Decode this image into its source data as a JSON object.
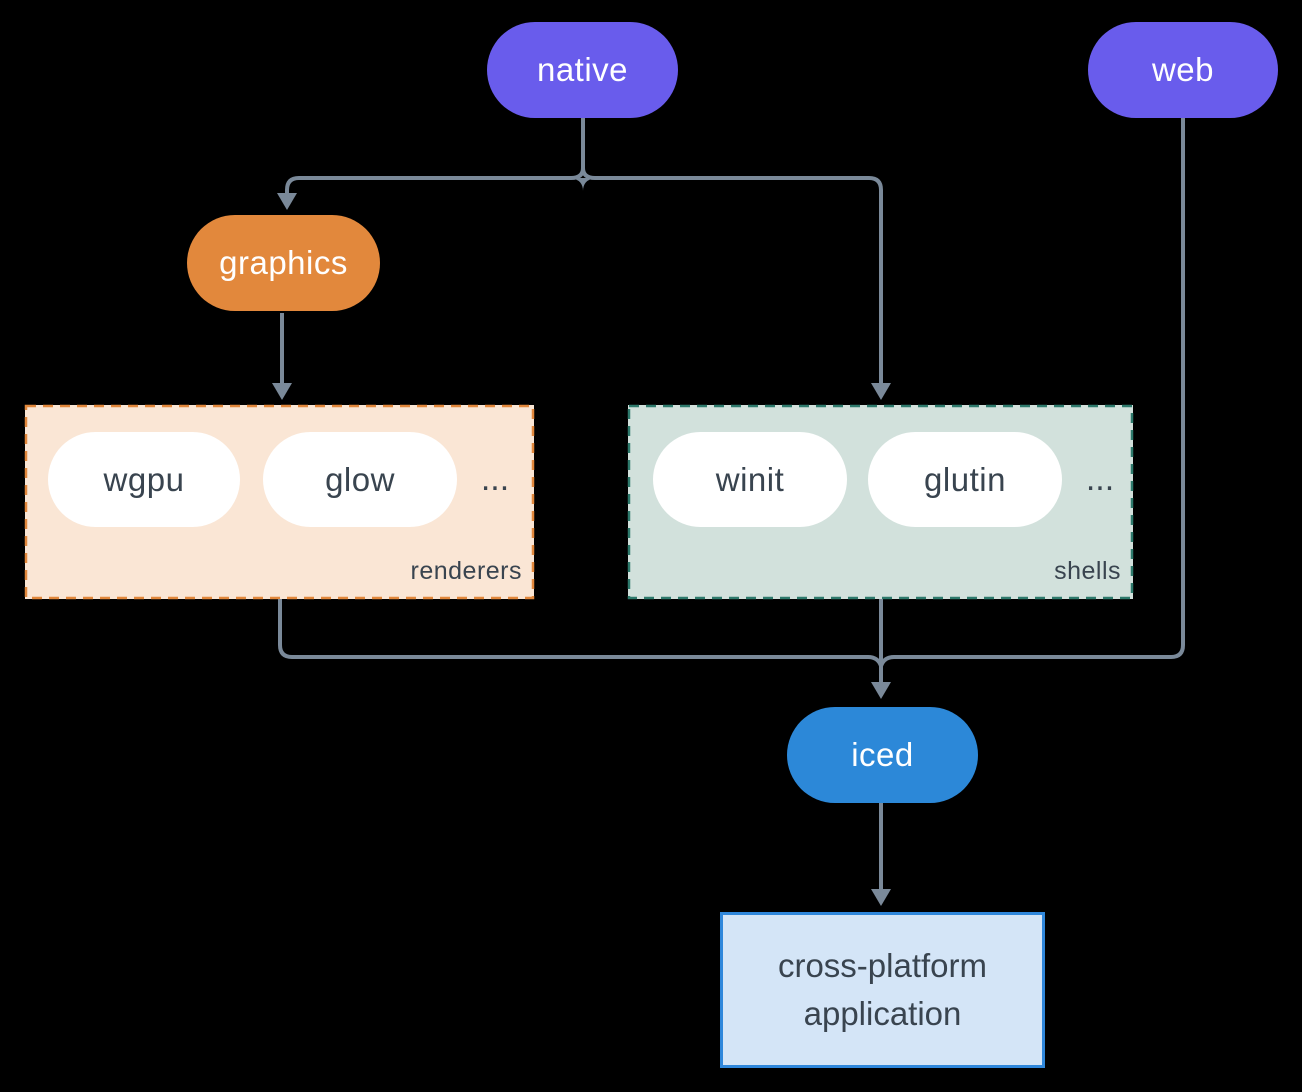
{
  "nodes": {
    "native": "native",
    "web": "web",
    "graphics": "graphics",
    "iced": "iced",
    "app": "cross-platform application"
  },
  "groups": {
    "renderers": {
      "label": "renderers",
      "items": [
        "wgpu",
        "glow"
      ],
      "more": "..."
    },
    "shells": {
      "label": "shells",
      "items": [
        "winit",
        "glutin"
      ],
      "more": "..."
    }
  },
  "colors": {
    "background": "#000000",
    "purple_pill": "#695CEC",
    "orange_pill": "#E2883C",
    "blue_pill": "#2C88D8",
    "white_pill": "#FFFFFF",
    "renderers_fill": "#FAE6D5",
    "renderers_border": "#E2883C",
    "shells_fill": "#D2E1DC",
    "shells_border": "#2E7A6C",
    "app_fill": "#D4E5F7",
    "app_border": "#2F87DB",
    "connector": "#7A8999",
    "dark_text": "#39444F",
    "light_text": "#FFFFFF"
  }
}
